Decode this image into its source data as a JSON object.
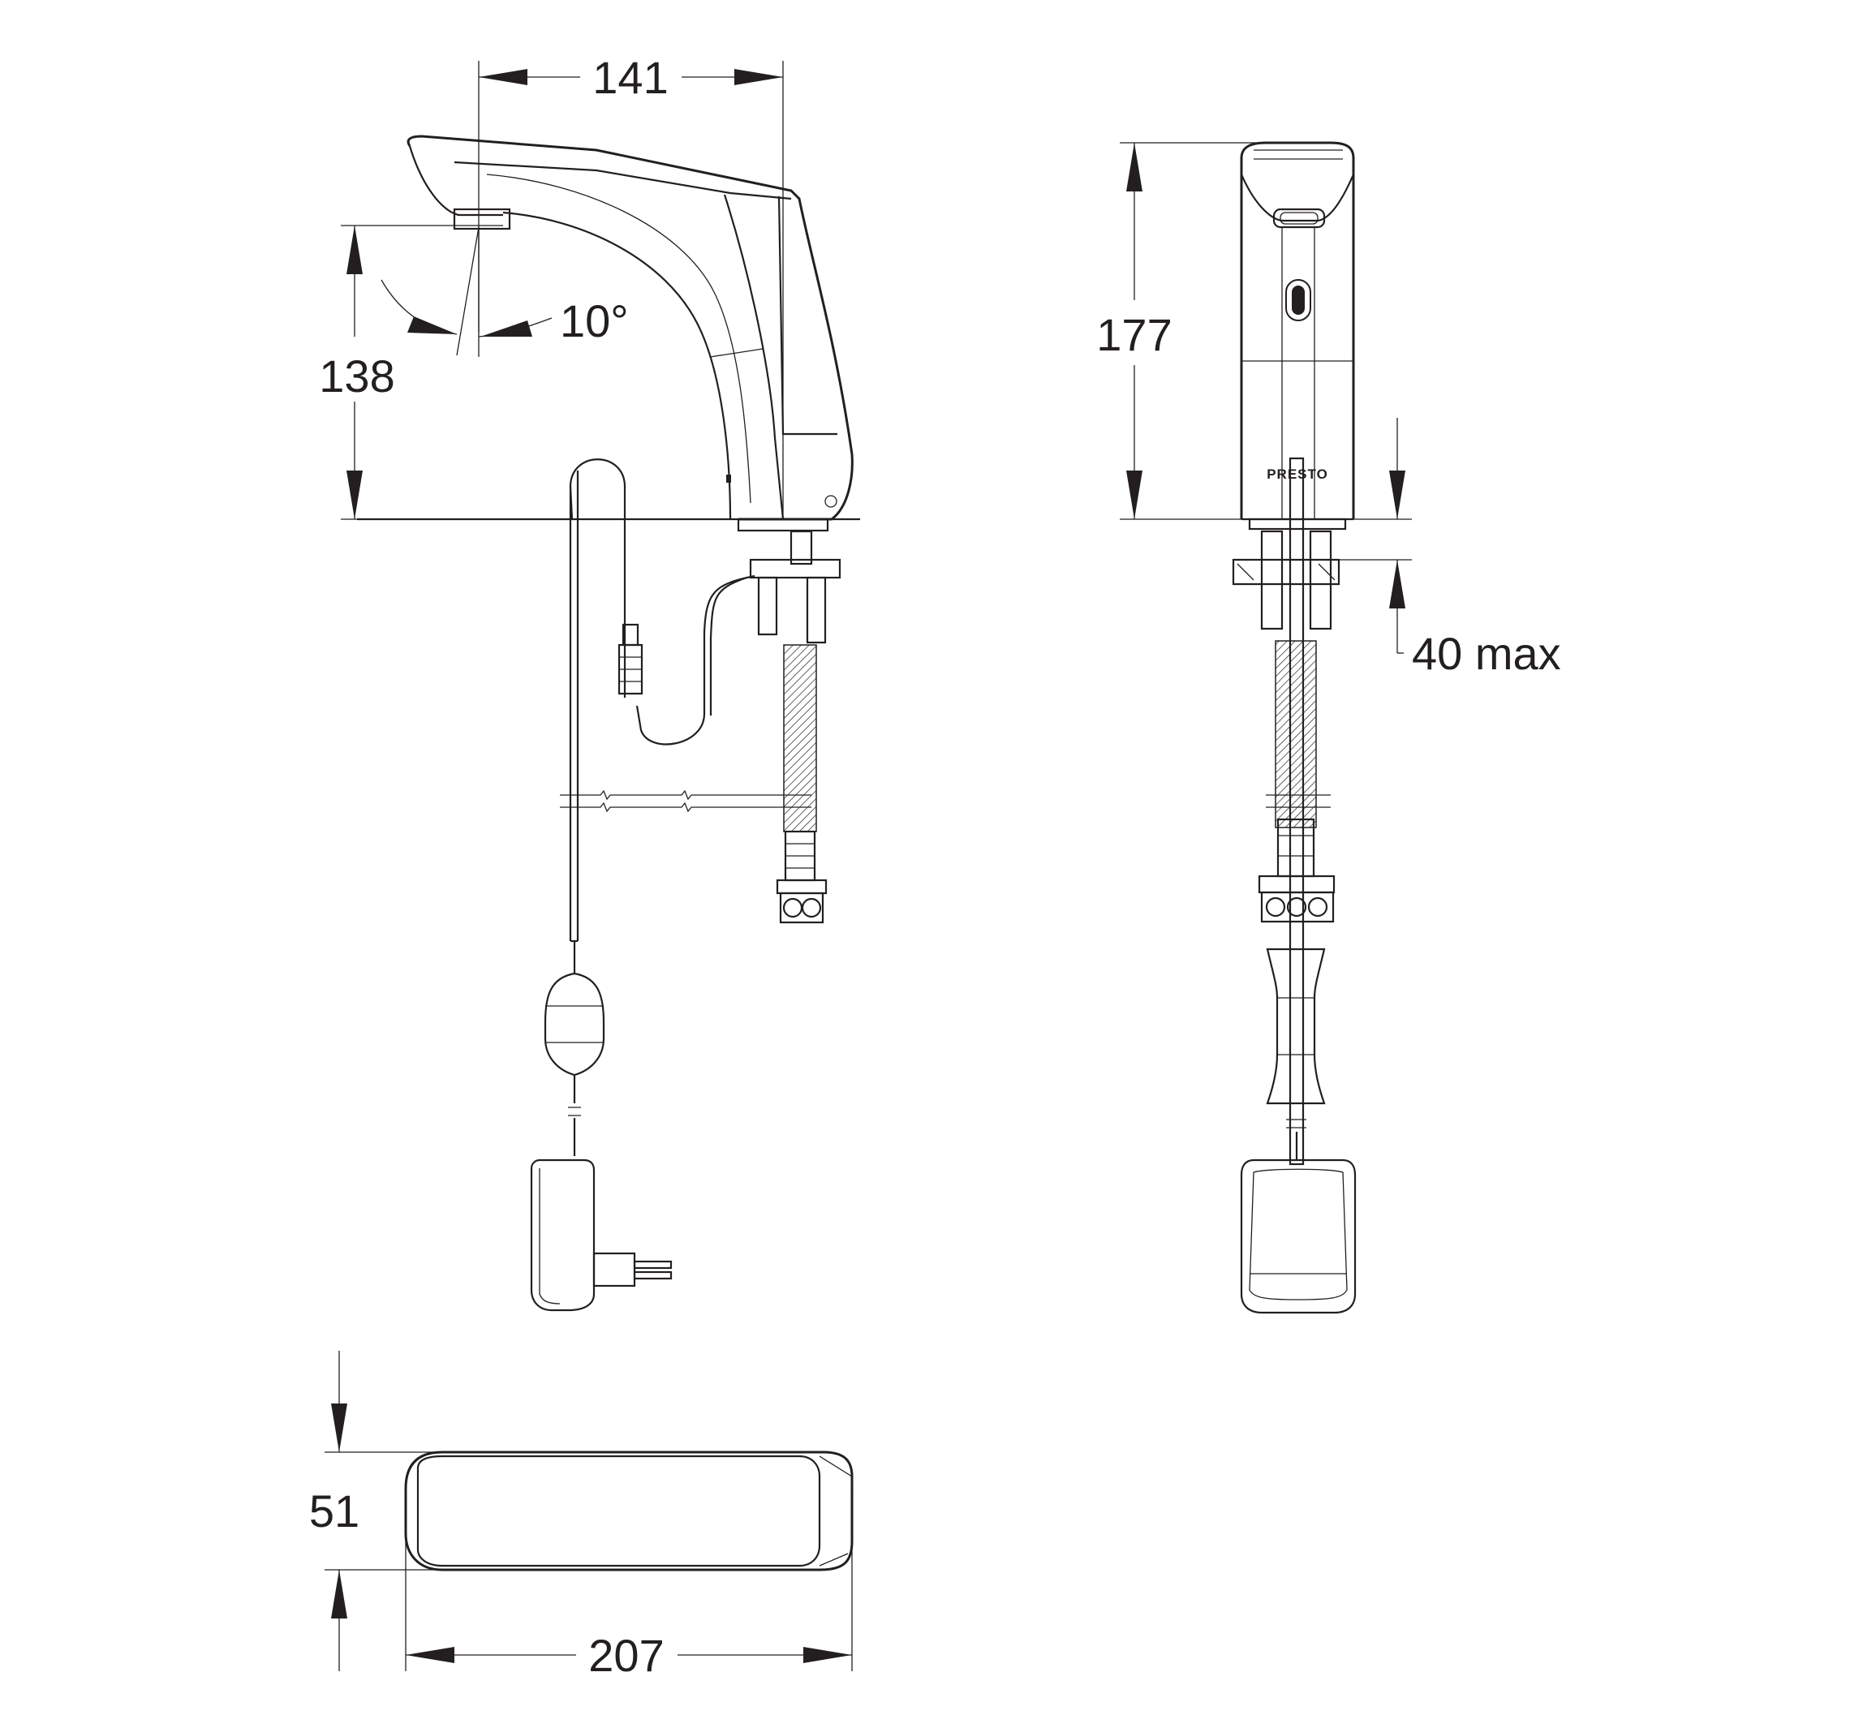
{
  "brand_label": "PRESTO",
  "dimensions": {
    "spout_reach": "141",
    "spout_height": "138",
    "spout_angle": "10°",
    "total_height": "177",
    "deck_thickness": "40 max",
    "base_depth": "51",
    "base_length": "207"
  },
  "icons": [
    "faucet-side-view",
    "faucet-front-view",
    "faucet-base-top-view",
    "power-adapter",
    "solenoid-valve",
    "flexible-hose"
  ]
}
